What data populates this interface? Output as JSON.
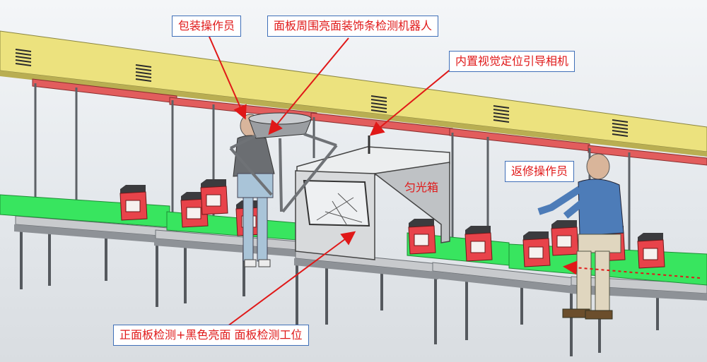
{
  "labels": {
    "packer": "包装操作员",
    "robot": "面板周围亮面装饰条检测机器人",
    "camera": "内置视觉定位引导相机",
    "lightbox": "匀光箱",
    "rework": "返修操作员",
    "station": "正面板检测+黑色亮面 面板检测工位"
  },
  "colors": {
    "annotation_text": "#e01818",
    "annotation_border": "#3f6fb8",
    "beam": "#e6db76",
    "canopy": "#e05c5c",
    "conveyor": "#33e55a",
    "product_red": "#e8434a"
  }
}
